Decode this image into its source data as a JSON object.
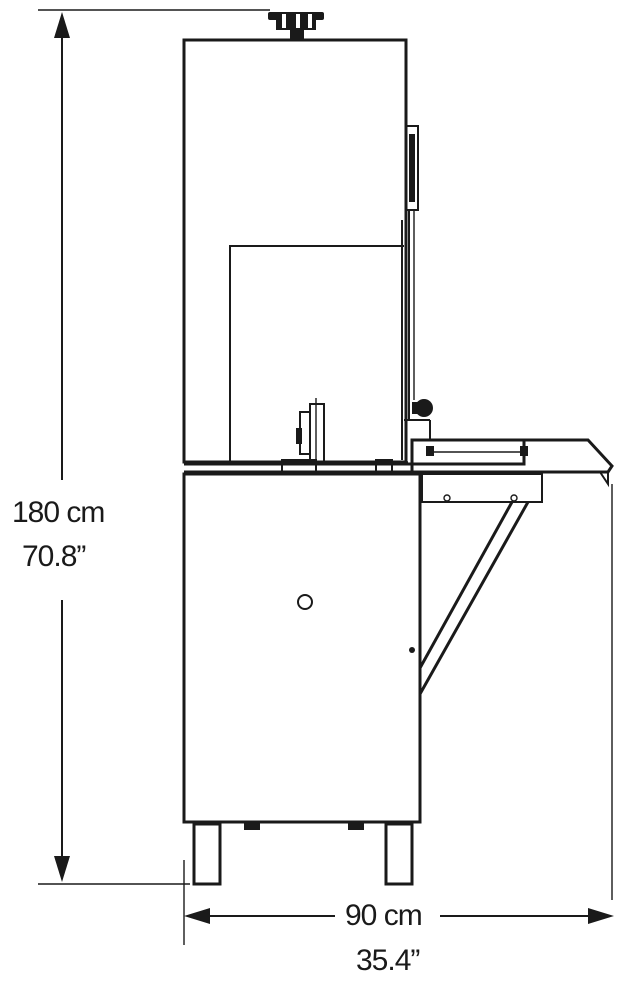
{
  "height_dimension": {
    "metric": "180 cm",
    "imperial": "70.8”"
  },
  "width_dimension": {
    "metric": "90 cm",
    "imperial": "35.4”"
  },
  "colors": {
    "line": "#1a1a1a",
    "background": "#ffffff"
  }
}
